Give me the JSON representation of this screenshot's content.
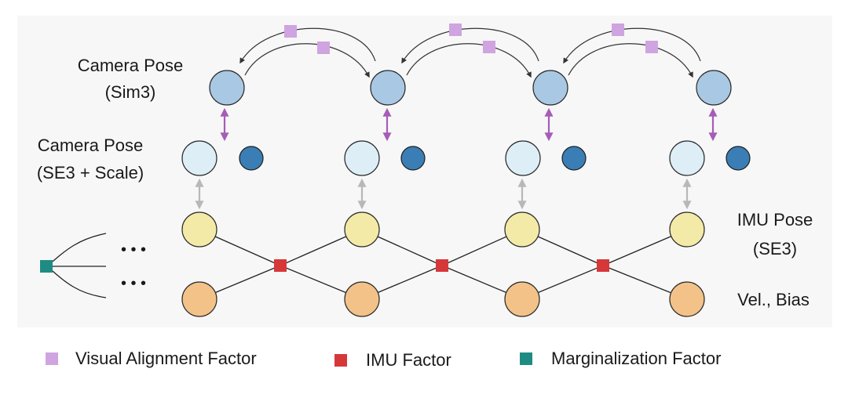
{
  "labels": {
    "camera_pose_sim3_title": "Camera Pose",
    "camera_pose_sim3_sub": "(Sim3)",
    "camera_pose_se3_title": "Camera Pose",
    "camera_pose_se3_sub": "(SE3 + Scale)",
    "imu_pose_title": "IMU Pose",
    "imu_pose_sub": "(SE3)",
    "vel_bias": "Vel., Bias",
    "ellipsis_top": "• • •",
    "ellipsis_bottom": "• • •"
  },
  "legend": {
    "visual_alignment": "Visual Alignment Factor",
    "imu_factor": "IMU Factor",
    "marginalization": "Marginalization Factor"
  },
  "colors": {
    "sim3_node": "#a9c8e3",
    "se3_node": "#ddeef6",
    "scale_node": "#3a7eb5",
    "imu_pose_node": "#f4eaa8",
    "vel_bias_node": "#f3c289",
    "visual_factor": "#cfa4e0",
    "imu_factor": "#d6383a",
    "marginalization_factor": "#1f8c83",
    "align_arrow": "#a55db8",
    "link_arrow": "#b8b8b8"
  }
}
